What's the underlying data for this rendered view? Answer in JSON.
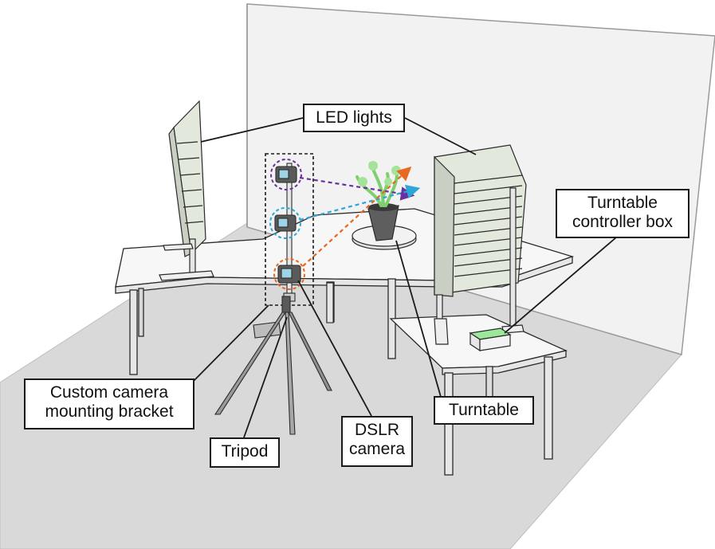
{
  "labels": {
    "led_lights": "LED lights",
    "turntable_controller_box_line1": "Turntable",
    "turntable_controller_box_line2": "controller box",
    "custom_bracket_line1": "Custom camera",
    "custom_bracket_line2": "mounting bracket",
    "tripod": "Tripod",
    "dslr_line1": "DSLR",
    "dslr_line2": "camera",
    "turntable": "Turntable"
  },
  "colors": {
    "floor": "#d9d9d9",
    "wall": "#f2f2f2",
    "table_top": "#f7f7f7",
    "leg": "#e6e6e6",
    "outline": "#2a2a2a",
    "led_panel": "#e3e8dc",
    "camera_body": "#5a5a5a",
    "ray_purple": "#6b2fa0",
    "ray_blue": "#2aa7d8",
    "ray_orange": "#e8681f",
    "plant_green": "#7fcf6f",
    "controller_led": "#9be89b"
  }
}
